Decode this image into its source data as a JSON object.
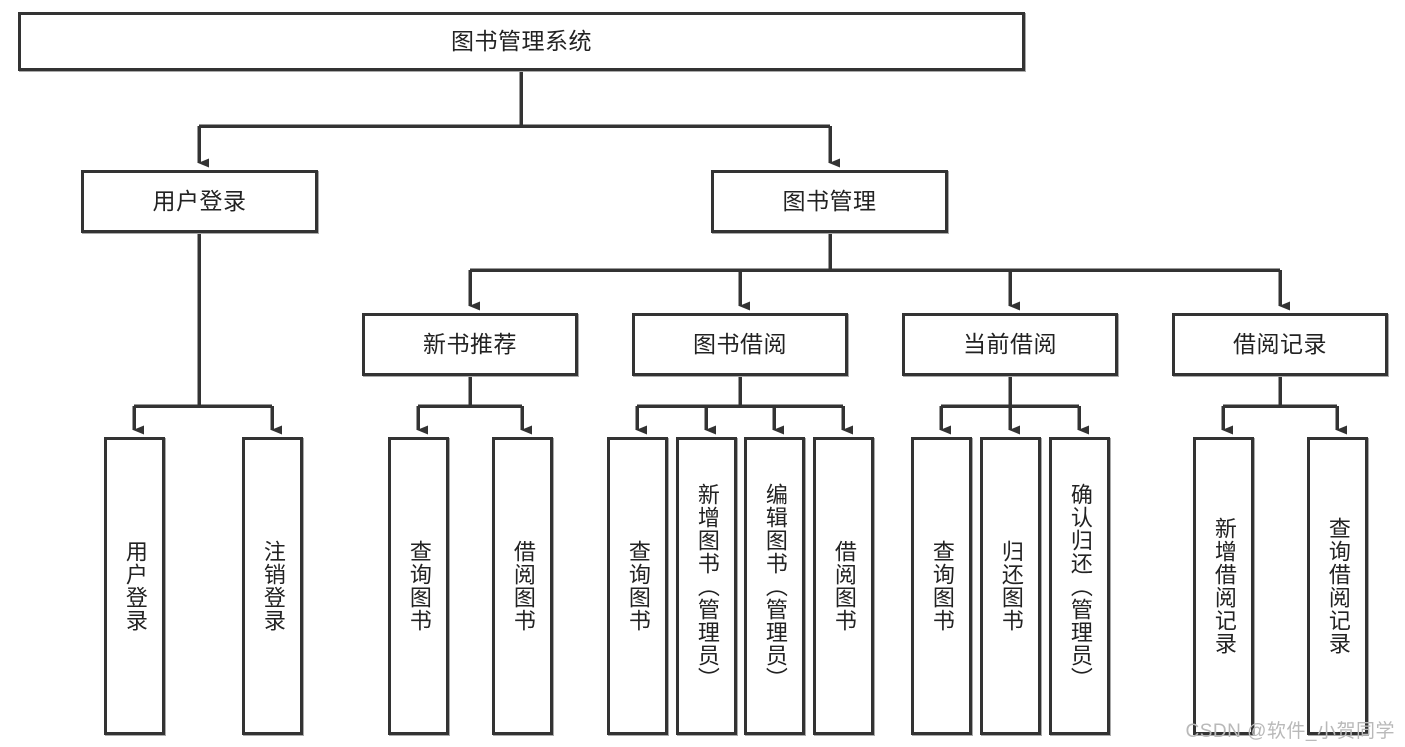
{
  "diagram": {
    "type": "tree",
    "title": "图书管理系统",
    "orientation": "top-down",
    "edge_style": "orthogonal-arrow",
    "colors": {
      "box_border": "#333333",
      "box_fill": "#ffffff",
      "connector": "#333333",
      "text": "#222222",
      "watermark": "#b9b9b9"
    },
    "root": {
      "id": "root",
      "label": "图书管理系统",
      "orientation": "horizontal"
    },
    "level2": [
      {
        "id": "user-login",
        "label": "用户登录",
        "orientation": "horizontal"
      },
      {
        "id": "book-manage",
        "label": "图书管理",
        "orientation": "horizontal"
      }
    ],
    "level3": [
      {
        "id": "new-book-recommend",
        "label": "新书推荐",
        "parent": "book-manage",
        "orientation": "horizontal"
      },
      {
        "id": "book-borrow",
        "label": "图书借阅",
        "parent": "book-manage",
        "orientation": "horizontal"
      },
      {
        "id": "current-borrow",
        "label": "当前借阅",
        "parent": "book-manage",
        "orientation": "horizontal"
      },
      {
        "id": "borrow-record",
        "label": "借阅记录",
        "parent": "book-manage",
        "orientation": "horizontal"
      }
    ],
    "leaves": [
      {
        "id": "leaf-user-login",
        "label": "用户登录",
        "parent": "user-login",
        "orientation": "vertical"
      },
      {
        "id": "leaf-logout-login",
        "label": "注销登录",
        "parent": "user-login",
        "orientation": "vertical"
      },
      {
        "id": "leaf-query-book-1",
        "label": "查询图书",
        "parent": "new-book-recommend",
        "orientation": "vertical"
      },
      {
        "id": "leaf-borrow-book-1",
        "label": "借阅图书",
        "parent": "new-book-recommend",
        "orientation": "vertical"
      },
      {
        "id": "leaf-query-book-2",
        "label": "查询图书",
        "parent": "book-borrow",
        "orientation": "vertical"
      },
      {
        "id": "leaf-add-book",
        "label": "新增图书（管理员）",
        "parent": "book-borrow",
        "orientation": "vertical"
      },
      {
        "id": "leaf-edit-book",
        "label": "编辑图书（管理员）",
        "parent": "book-borrow",
        "orientation": "vertical"
      },
      {
        "id": "leaf-borrow-book-2",
        "label": "借阅图书",
        "parent": "book-borrow",
        "orientation": "vertical"
      },
      {
        "id": "leaf-query-book-3",
        "label": "查询图书",
        "parent": "current-borrow",
        "orientation": "vertical"
      },
      {
        "id": "leaf-return-book",
        "label": "归还图书",
        "parent": "current-borrow",
        "orientation": "vertical"
      },
      {
        "id": "leaf-confirm-return",
        "label": "确认归还（管理员）",
        "parent": "current-borrow",
        "orientation": "vertical"
      },
      {
        "id": "leaf-add-record",
        "label": "新增借阅记录",
        "parent": "borrow-record",
        "orientation": "vertical"
      },
      {
        "id": "leaf-query-record",
        "label": "查询借阅记录",
        "parent": "borrow-record",
        "orientation": "vertical"
      }
    ]
  },
  "watermark": {
    "text": "CSDN @软件_小贺同学"
  }
}
